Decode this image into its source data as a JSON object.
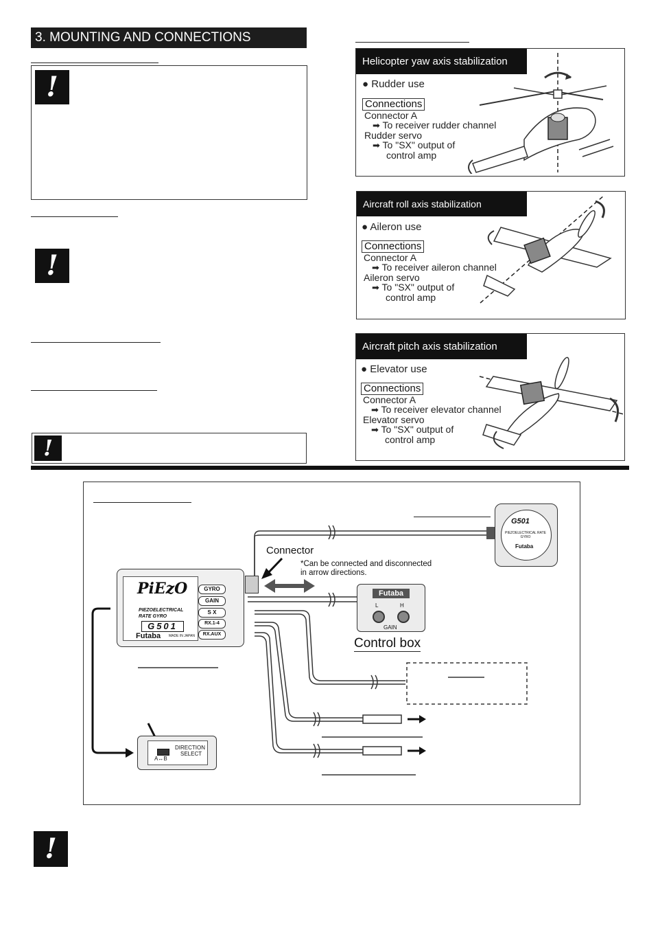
{
  "section": {
    "title": "3. MOUNTING AND CONNECTIONS"
  },
  "panels": [
    {
      "heading": "Helicopter yaw axis stabilization",
      "use": "Rudder use",
      "connections_label": "Connections",
      "connector": "Connector A",
      "line1": "To receiver rudder channel",
      "servo": "Rudder servo",
      "line2": "To \"SX\" output of",
      "line3": "control amp"
    },
    {
      "heading": "Aircraft roll axis stabilization",
      "use": "Aileron use",
      "connections_label": "Connections",
      "connector": "Connector A",
      "line1": "To receiver aileron channel",
      "servo": "Aileron servo",
      "line2": "To \"SX\" output of",
      "line3": "control amp"
    },
    {
      "heading": "Aircraft pitch axis stabilization",
      "use": "Elevator use",
      "connections_label": "Connections",
      "connector": "Connector A",
      "line1": "To receiver elevator channel",
      "servo": "Elevator servo",
      "line2": "To \"SX\" output of",
      "line3": "control amp"
    }
  ],
  "diagram": {
    "connector_label": "Connector",
    "connector_note_1": "*Can be connected and disconnected",
    "connector_note_2": "in arrow directions.",
    "control_box_label": "Control box",
    "control_box_brand": "Futaba",
    "control_box_gain": "GAIN",
    "control_box_l": "L",
    "control_box_h": "H",
    "amp": {
      "logo": "PiEzO",
      "sub1": "PIEZOELECTRICAL",
      "sub2": "RATE GYRO",
      "model": "G501",
      "brand": "Futaba",
      "made": "MADE IN JAPAN",
      "ports": [
        "GYRO",
        "GAIN",
        "S X",
        "RX.1-4",
        "RX.AUX"
      ]
    },
    "gyro": {
      "ring": "PIEZOELECTRICAL RATE GYRO",
      "model": "G501",
      "brand": "Futaba"
    },
    "switch": {
      "label1": "DIRECTION",
      "label2": "SELECT",
      "ab": "A↔B"
    }
  },
  "colors": {
    "ink": "#111111",
    "panel_head": "#111111"
  }
}
